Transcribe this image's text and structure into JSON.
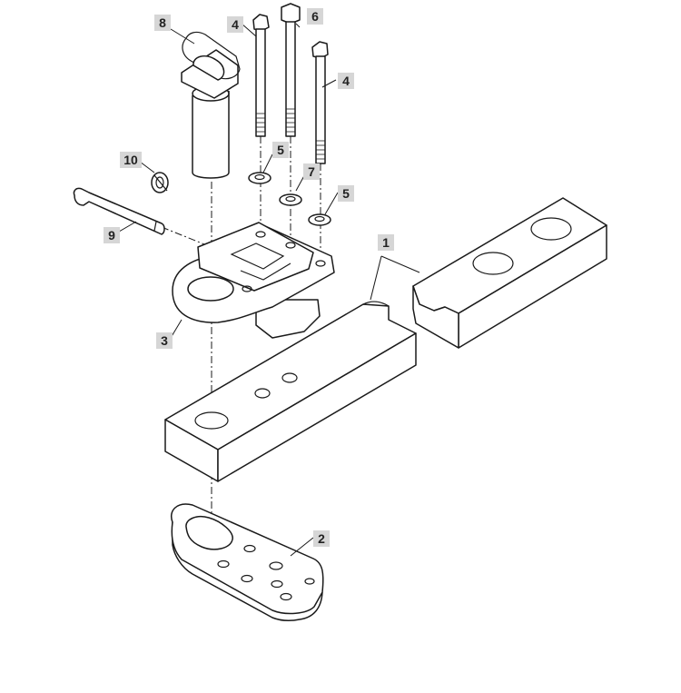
{
  "callouts": [
    {
      "id": "1",
      "label": "1"
    },
    {
      "id": "2",
      "label": "2"
    },
    {
      "id": "3",
      "label": "3"
    },
    {
      "id": "4a",
      "label": "4"
    },
    {
      "id": "4b",
      "label": "4"
    },
    {
      "id": "5a",
      "label": "5"
    },
    {
      "id": "5b",
      "label": "5"
    },
    {
      "id": "6",
      "label": "6"
    },
    {
      "id": "7",
      "label": "7"
    },
    {
      "id": "8",
      "label": "8"
    },
    {
      "id": "9",
      "label": "9"
    },
    {
      "id": "10",
      "label": "10"
    }
  ],
  "colors": {
    "line": "#1a1a1a",
    "callout_fill": "#d6d6d6",
    "background": "#ffffff"
  }
}
